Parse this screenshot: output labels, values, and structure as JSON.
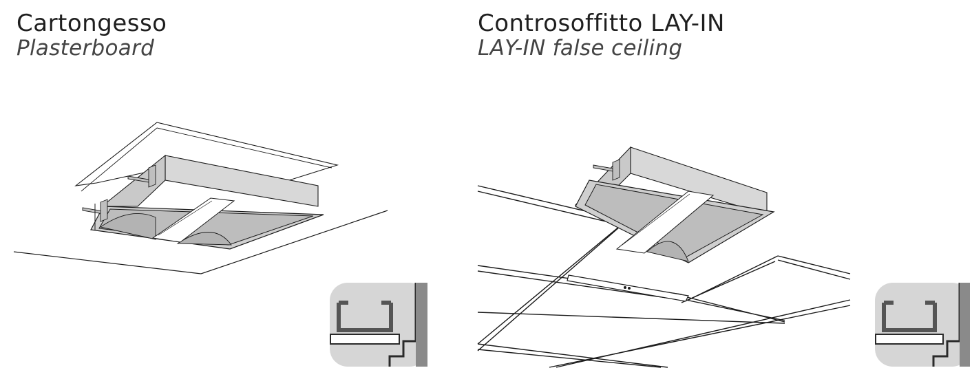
{
  "panels": [
    {
      "title": "Cartongesso",
      "subtitle": "Plasterboard",
      "icon": "profile-section-icon"
    },
    {
      "title": "Controsoffitto LAY-IN",
      "subtitle": "LAY-IN false ceiling",
      "icon": "profile-section-icon"
    }
  ],
  "colors": {
    "line": "#1a1a1a",
    "housing_side": "#c9c9c9",
    "housing_top": "#d8d8d8",
    "reflector": "#b3b3b3",
    "diffuser": "#ffffff",
    "icon_bg": "#d6d6d6",
    "icon_profile": "#555555"
  }
}
